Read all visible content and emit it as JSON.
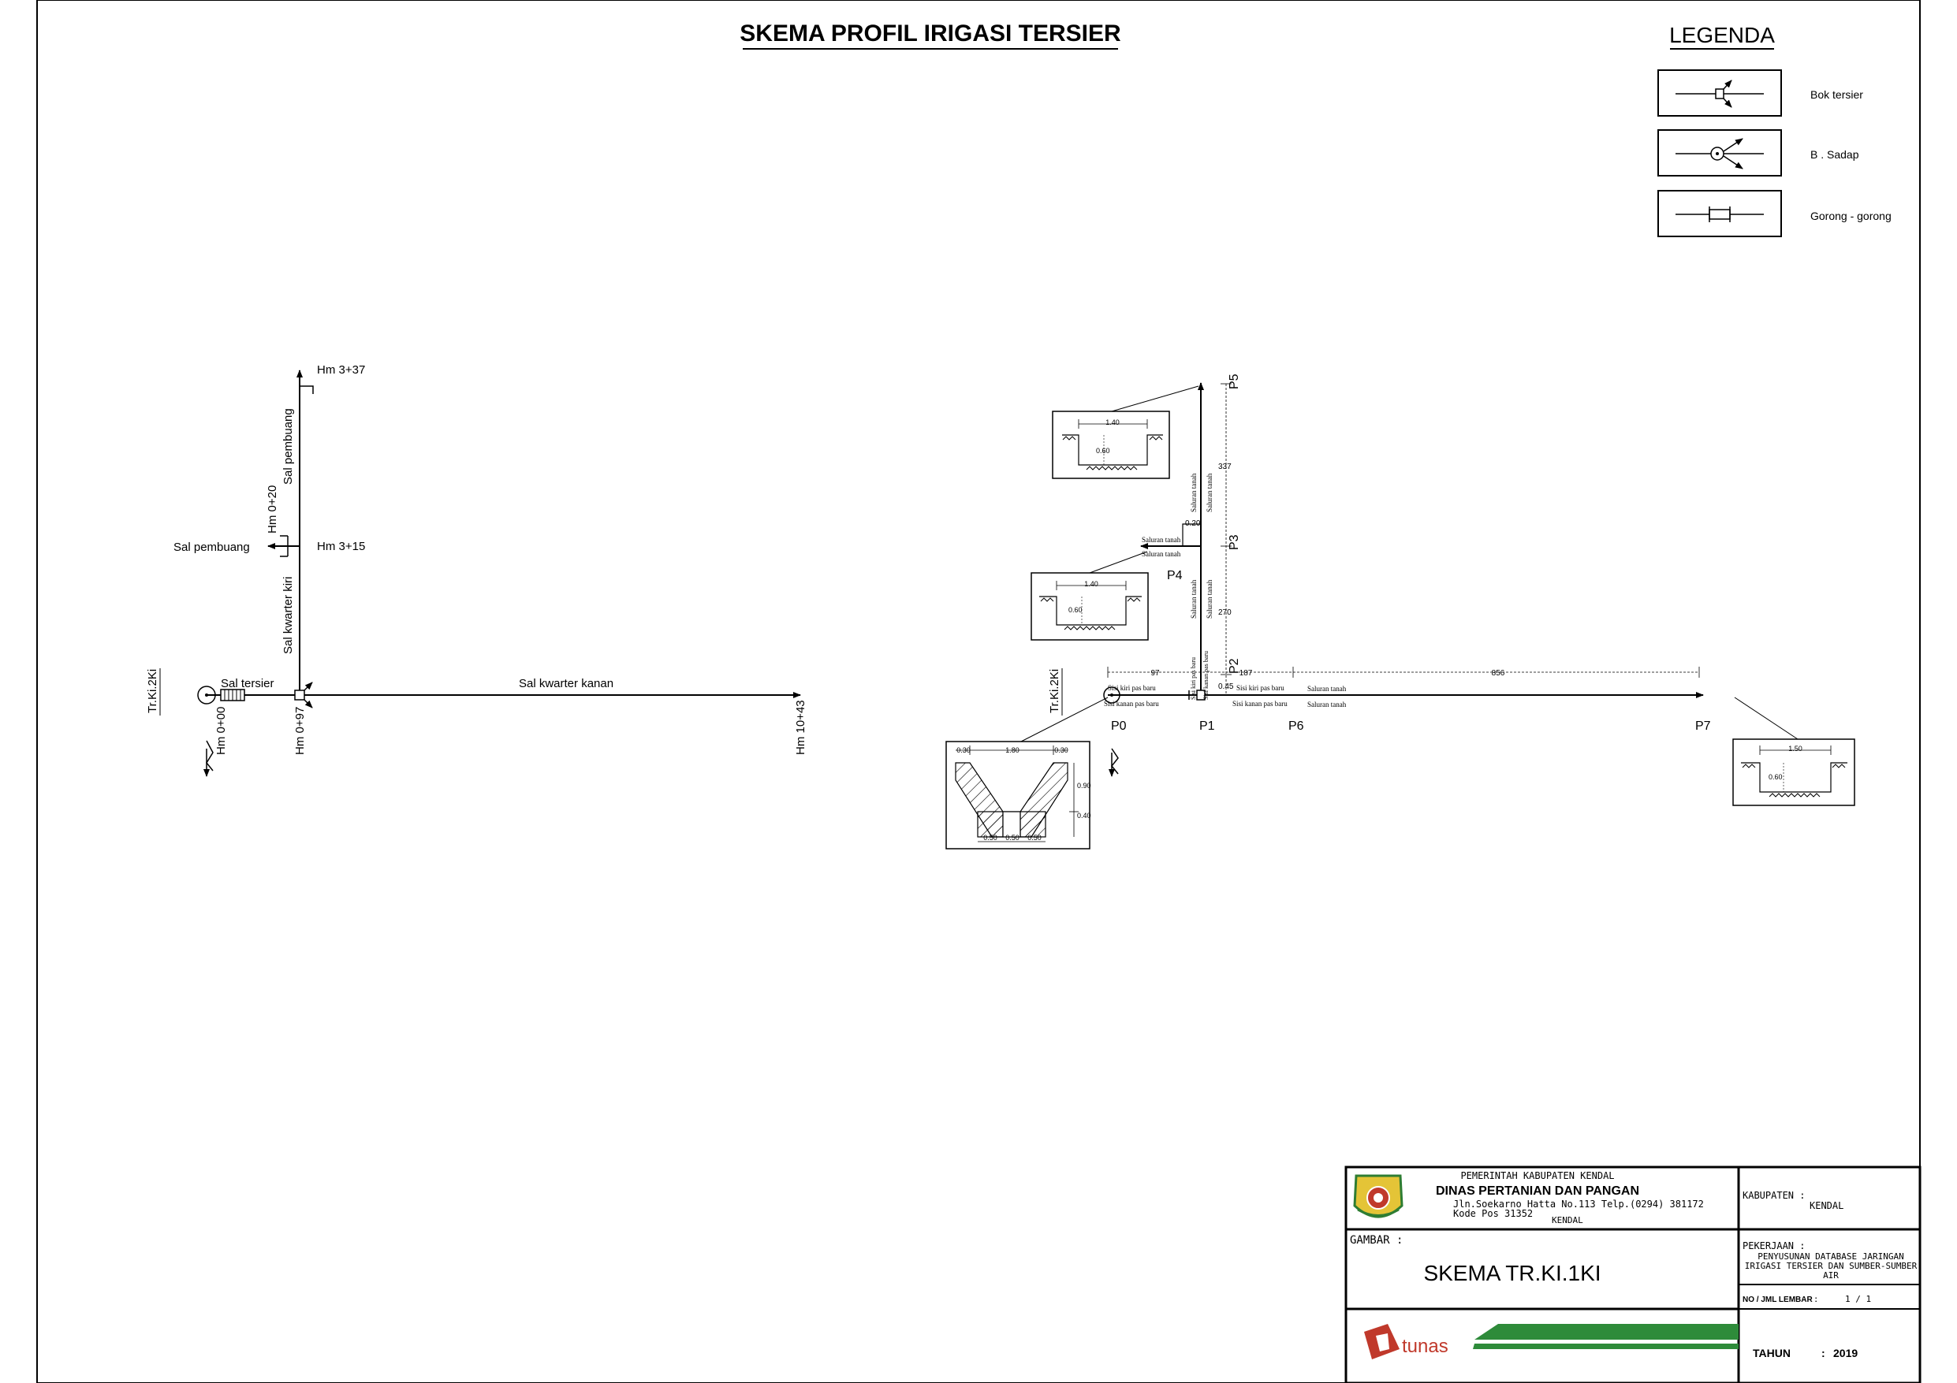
{
  "title": "SKEMA PROFIL IRIGASI TERSIER",
  "legend": {
    "title": "LEGENDA",
    "items": [
      {
        "label": "Bok tersier",
        "icon": "bok-tersier-symbol-icon"
      },
      {
        "label": "B . Sadap",
        "icon": "bangunan-sadap-symbol-icon"
      },
      {
        "label": "Gorong - gorong",
        "icon": "gorong-gorong-symbol-icon"
      }
    ]
  },
  "left_scheme": {
    "labels": {
      "tr_ki": "Tr.Ki.2Ki",
      "sal_tersier": "Sal tersier",
      "sal_kwarter_kanan": "Sal kwarter kanan",
      "sal_kwarter_kiri": "Sal kwarter kiri",
      "sal_pembuang_top": "Sal pembuang",
      "sal_pembuang_left": "Sal pembuang",
      "hm_3_37": "Hm 3+37",
      "hm_3_15": "Hm 3+15",
      "hm_0_20": "Hm 0+20",
      "hm_0_00": "Hm 0+00",
      "hm_0_97": "Hm 0+97",
      "hm_10_43": "Hm 10+43"
    }
  },
  "right_scheme": {
    "tr_ki": "Tr.Ki.2Ki",
    "points": {
      "p0": "P0",
      "p1": "P1",
      "p2": "P2",
      "p3": "P3",
      "p4": "P4",
      "p5": "P5",
      "p6": "P6",
      "p7": "P7"
    },
    "distances": {
      "d97": "97",
      "d187": "187",
      "d856": "856",
      "d045": "0.45",
      "d270": "270",
      "d337": "337",
      "d020": "0.20"
    },
    "notes": {
      "saluran_tanah": "Saluran tanah",
      "sisi_kiri_pas_baru": "Sisi kiri pas baru",
      "sisi_kanan_pas_baru": "Sisi kanan pas baru"
    },
    "sections": {
      "top_width": "1.40",
      "top_depth": "0.60",
      "mid_width": "1.40",
      "mid_depth": "0.60",
      "right_width": "1.50",
      "right_depth": "0.60",
      "lined": {
        "top_left": "0.30",
        "top_mid": "1.80",
        "top_right": "0.30",
        "h1": "0.90",
        "h2": "0.40",
        "b1": "0.50",
        "b2": "0.50",
        "b3": "0.50"
      }
    }
  },
  "title_block": {
    "gov": "PEMERINTAH KABUPATEN KENDAL",
    "dept": "DINAS PERTANIAN DAN PANGAN",
    "addr1": "Jln.Soekarno Hatta No.113 Telp.(0294) 381172",
    "addr2": "Kode Pos 31352",
    "city": "KENDAL",
    "kabupaten_label": "KABUPATEN :",
    "kabupaten_value": "KENDAL",
    "gambar_label": "GAMBAR :",
    "gambar_value": "SKEMA TR.KI.1KI",
    "pekerjaan_label": "PEKERJAAN :",
    "pekerjaan_line1": "PENYUSUNAN DATABASE JARINGAN",
    "pekerjaan_line2": "IRIGASI TERSIER DAN SUMBER-SUMBER",
    "pekerjaan_line3": "AIR",
    "lembar_label": "NO / JML LEMBAR :",
    "lembar_value": "1 / 1",
    "tahun_label": "TAHUN",
    "tahun_sep": ":",
    "tahun_value": "2019",
    "consultant": "tunas"
  },
  "colors": {
    "line": "#000000",
    "green_band": "#2e8b3a",
    "logo_red": "#c0392b"
  }
}
